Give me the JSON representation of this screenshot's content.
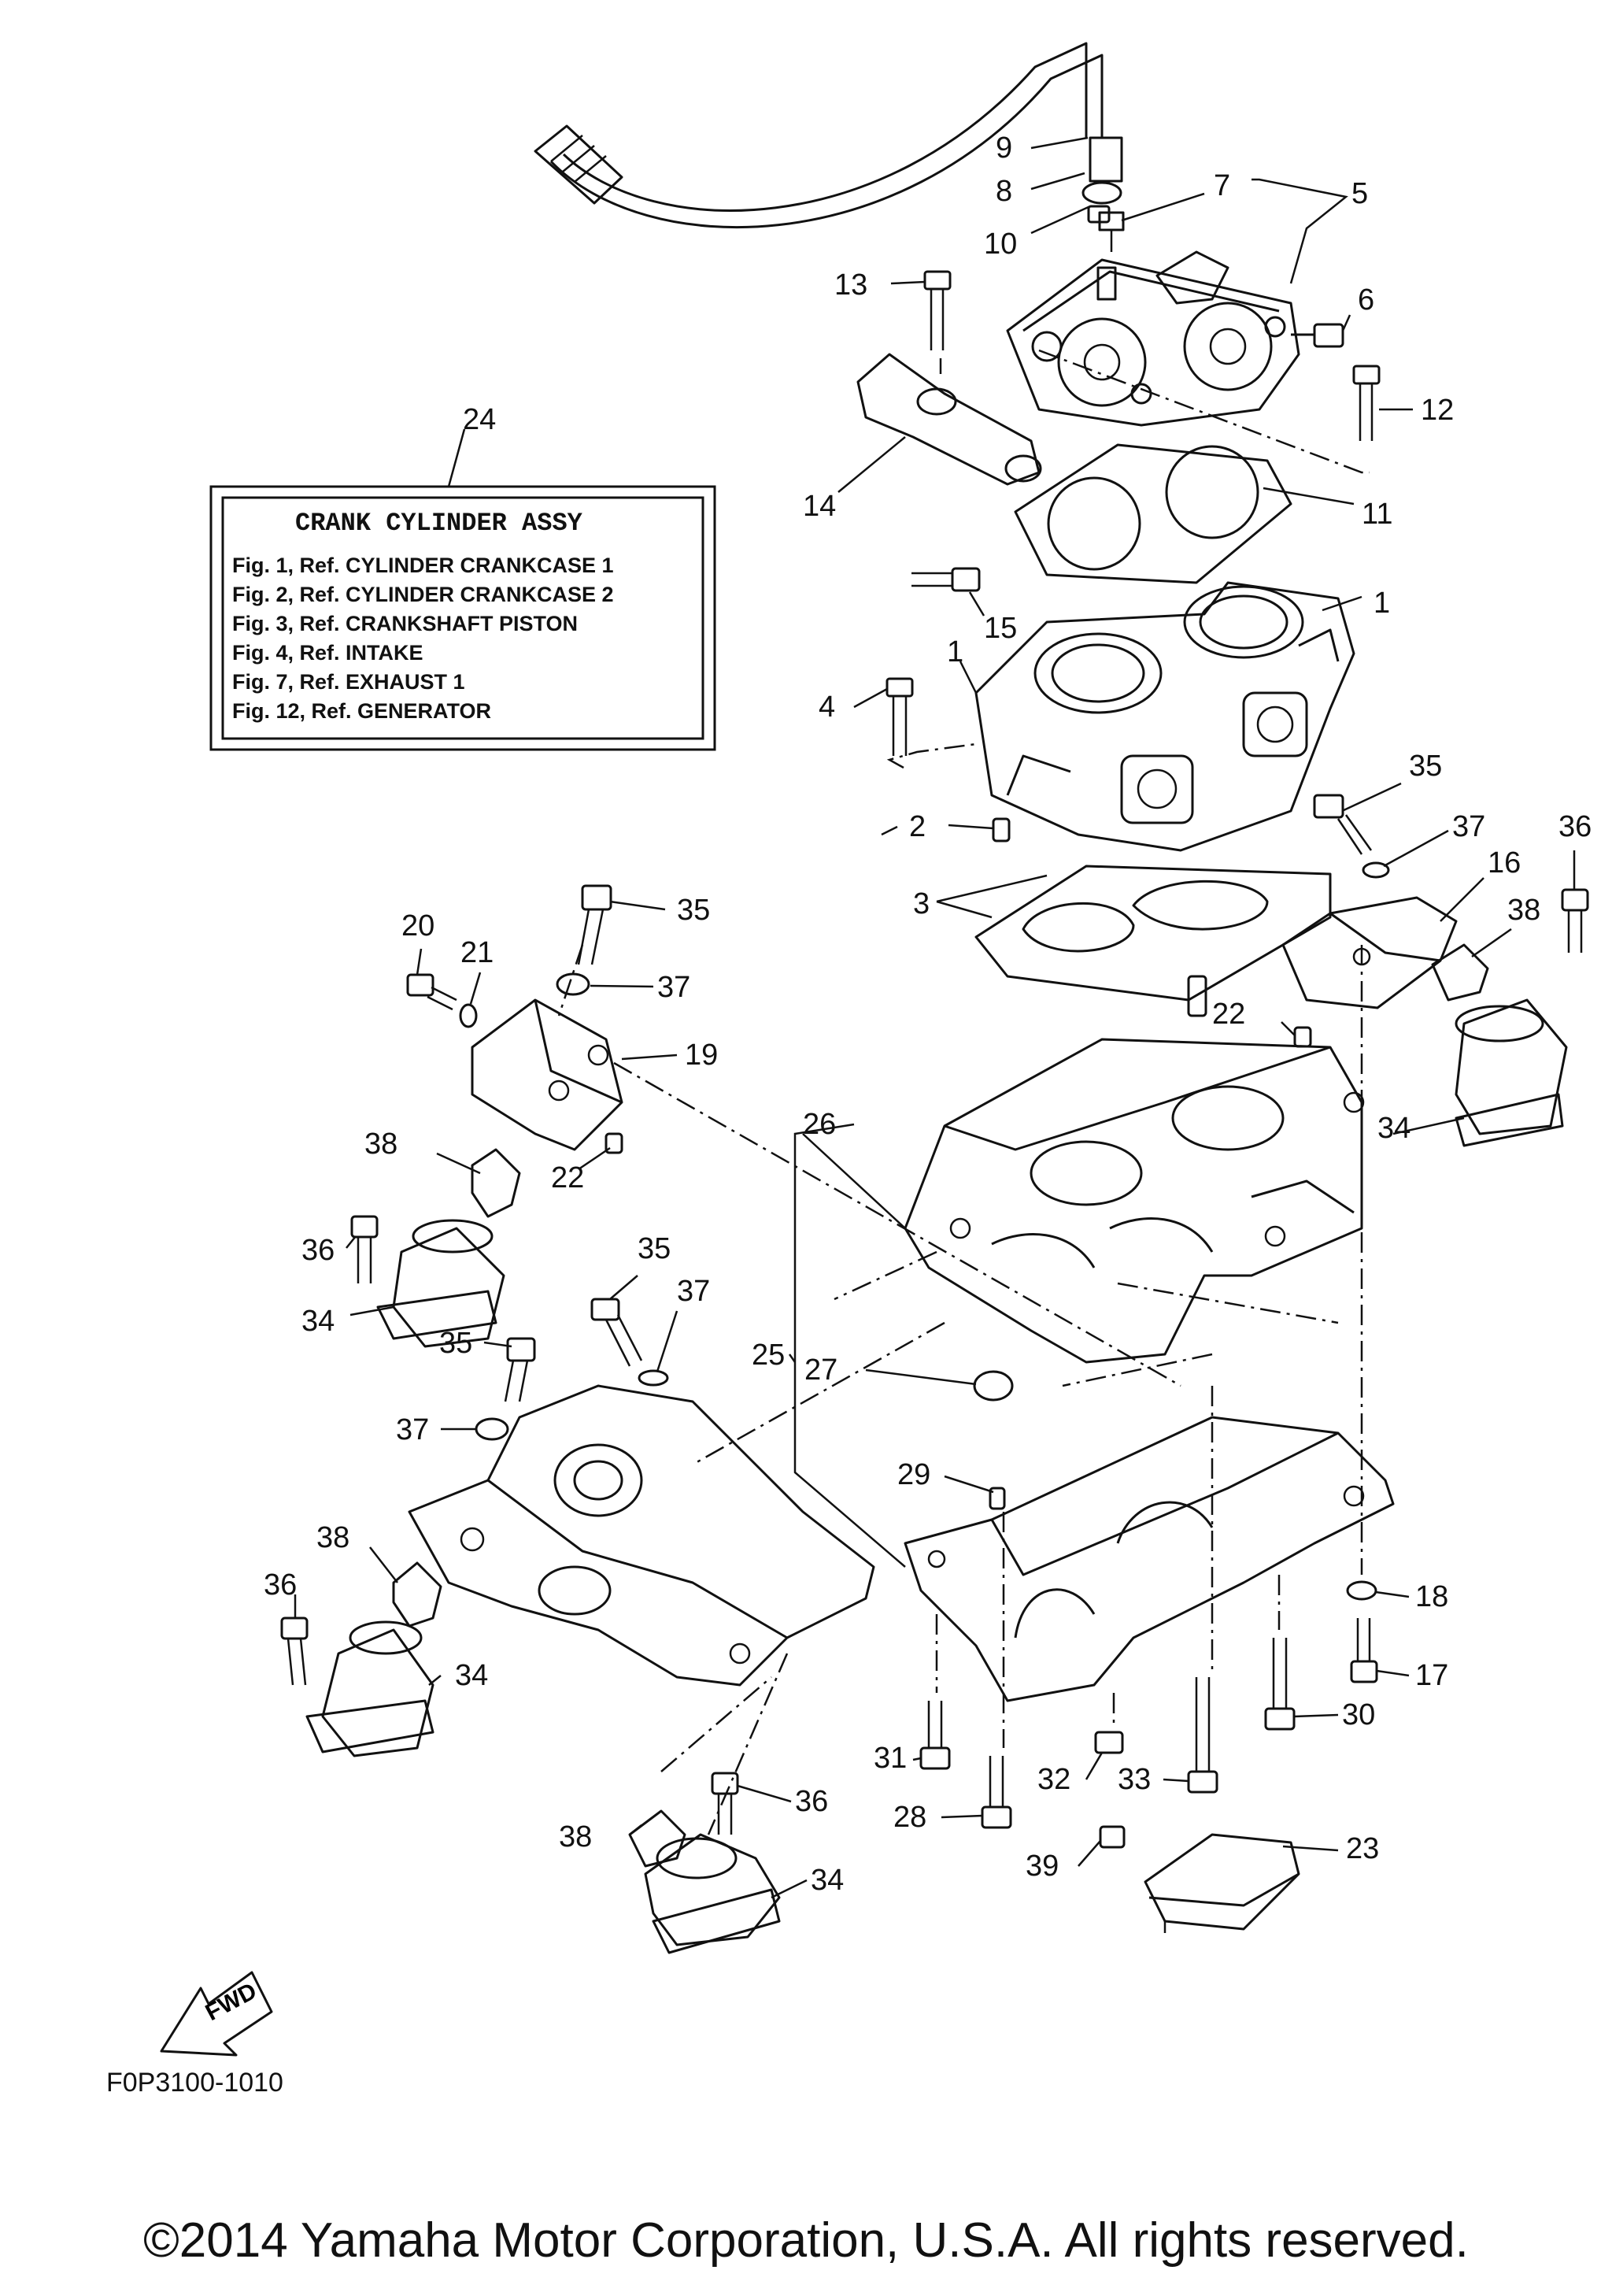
{
  "info_box": {
    "ref_number": "24",
    "title": "CRANK CYLINDER ASSY",
    "lines": [
      "Fig. 1, Ref. CYLINDER CRANKCASE 1",
      "Fig. 2, Ref. CYLINDER CRANKCASE 2",
      "Fig. 3, Ref. CRANKSHAFT PISTON",
      "Fig. 4, Ref. INTAKE",
      "Fig. 7, Ref. EXHAUST 1",
      "Fig. 12, Ref.  GENERATOR"
    ]
  },
  "callouts": {
    "c1": "9",
    "c2": "8",
    "c3": "7",
    "c4": "5",
    "c5": "10",
    "c6": "13",
    "c7": "6",
    "c8": "12",
    "c9": "14",
    "c10": "11",
    "c11": "15",
    "c12": "1",
    "c13": "1",
    "c14": "4",
    "c15": "35",
    "c16": "37",
    "c17": "36",
    "c18": "2",
    "c19": "16",
    "c20": "3",
    "c21": "38",
    "c22": "35",
    "c23": "20",
    "c24": "21",
    "c25": "37",
    "c26": "22",
    "c27": "19",
    "c28": "26",
    "c29": "34",
    "c30": "38",
    "c31": "22",
    "c32": "36",
    "c33": "34",
    "c34": "35",
    "c35": "37",
    "c36": "35",
    "c37": "25",
    "c38": "27",
    "c39": "37",
    "c40": "29",
    "c41": "38",
    "c42": "36",
    "c43": "34",
    "c44": "18",
    "c45": "17",
    "c46": "30",
    "c47": "31",
    "c48": "32",
    "c49": "33",
    "c50": "28",
    "c51": "36",
    "c52": "38",
    "c53": "23",
    "c54": "39",
    "c55": "34"
  },
  "fwd_label": "FWD",
  "diagram_code": "F0P3100-1010",
  "copyright": "©2014 Yamaha Motor Corporation, U.S.A. All rights reserved."
}
